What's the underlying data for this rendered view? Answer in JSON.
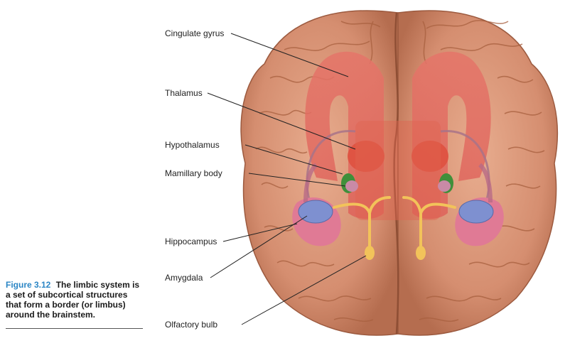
{
  "figure": {
    "number": "Figure 3.12",
    "caption": "The limbic system is a set of subcortical structures that form a border (or limbus) around the brainstem."
  },
  "labels": {
    "cingulate_gyrus": "Cingulate gyrus",
    "thalamus": "Thalamus",
    "hypothalamus": "Hypothalamus",
    "mamillary_body": "Mamillary body",
    "hippocampus": "Hippocampus",
    "amygdala": "Amygdala",
    "olfactory_bulb": "Olfactory bulb"
  },
  "colors": {
    "cortex": "#d99577",
    "cortex_dark": "#a05a3d",
    "cingulate": "#e2665f",
    "thalamus": "#e0553f",
    "hippocampus_pink": "#e27b95",
    "amygdala_blue": "#7d8fcf",
    "olfactory": "#f2c35a",
    "mamillary_green": "#3f8f3a",
    "accent_blue": "#2b86c5"
  }
}
